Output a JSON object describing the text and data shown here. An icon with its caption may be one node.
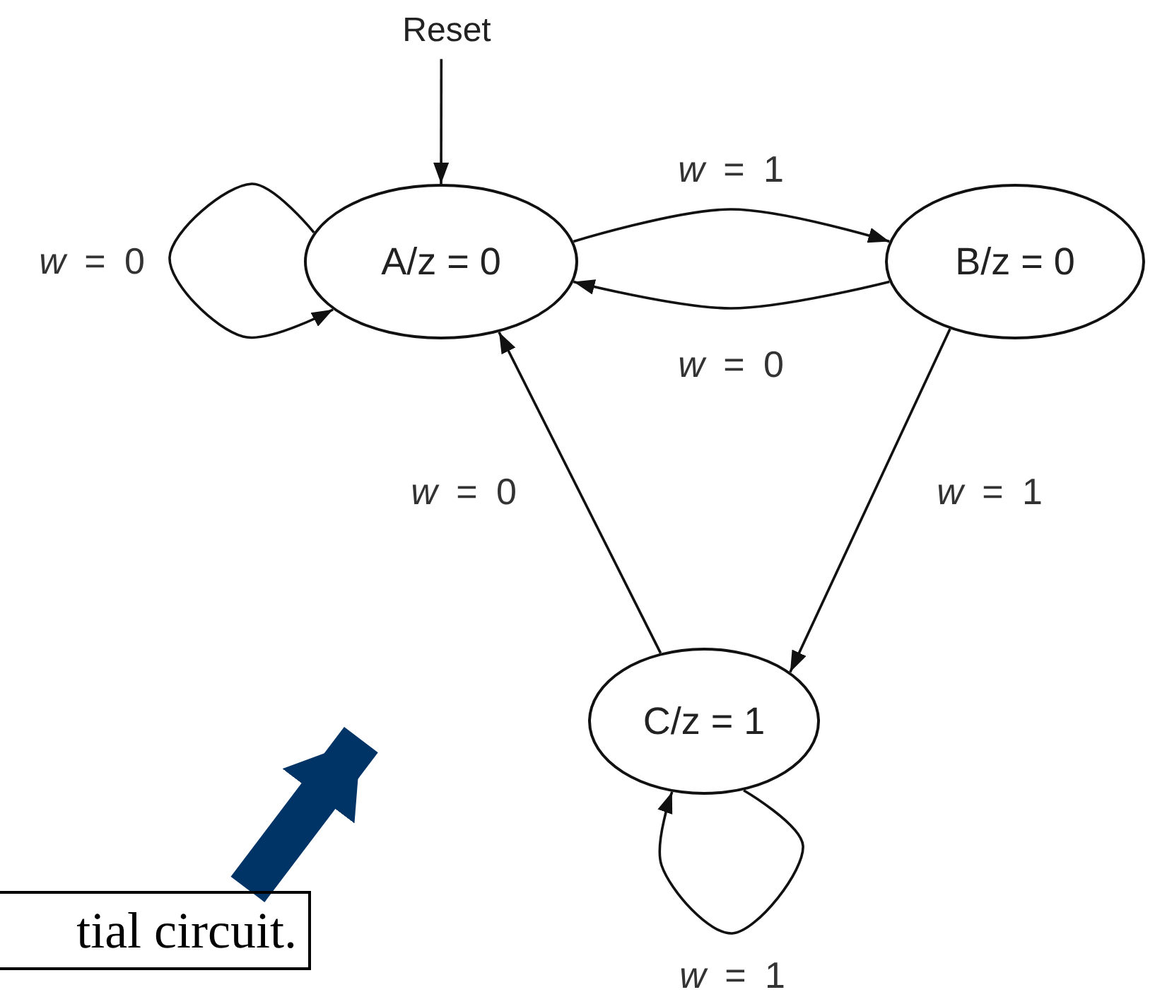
{
  "diagram": {
    "nodes": [
      {
        "text": [
          "Reset"
        ]
      },
      {
        "text": [
          "A/z = 0"
        ]
      },
      {
        "text": [
          "B/z = 0"
        ]
      },
      {
        "text": [
          "C/z = 1"
        ]
      },
      {
        "text": [
          "tial circuit."
        ]
      }
    ],
    "edges": [
      {
        "from": 0,
        "to": 1,
        "arrow": "to"
      },
      {
        "from": 1,
        "to": 1,
        "arrow": "to",
        "label": "*w* = 0"
      },
      {
        "from": 1,
        "to": 2,
        "arrow": "to",
        "label": "*w* = 1"
      },
      {
        "from": 2,
        "to": 1,
        "arrow": "to",
        "label": "*w* = 0"
      },
      {
        "from": 2,
        "to": 3,
        "arrow": "to",
        "label": "*w* = 1"
      },
      {
        "from": 3,
        "to": 1,
        "arrow": "to",
        "label": "*w* = 0"
      },
      {
        "from": 3,
        "to": 3,
        "arrow": "to",
        "label": "*w* = 1"
      },
      {
        "from": 4,
        "to": null,
        "arrow": "to",
        "style": "thick",
        "color": "#003366"
      }
    ]
  }
}
